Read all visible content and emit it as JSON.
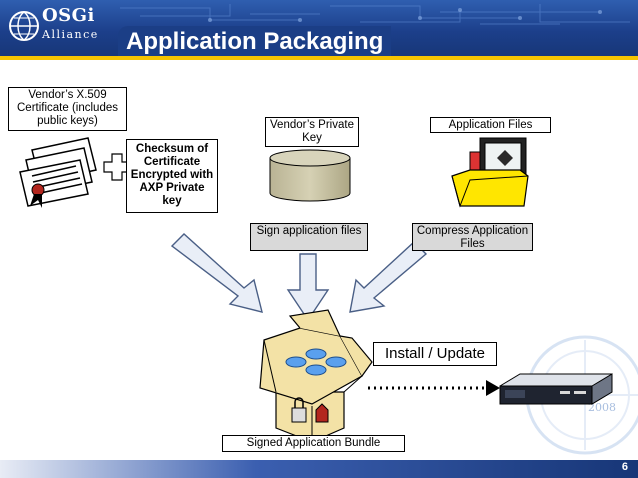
{
  "header": {
    "logo_text": "OSGi",
    "logo_subtext": "Alliance",
    "title": "Application Packaging"
  },
  "labels": {
    "vendor_certificate": "Vendor’s X.509 Certificate (includes public keys)",
    "checksum": "Checksum of Certificate Encrypted with AXP Private key",
    "vendor_private_key": "Vendor’s Private Key",
    "application_files": "Application Files",
    "sign_application_files": "Sign application files",
    "compress_application_files": "Compress Application Files",
    "install_update": "Install / Update",
    "signed_application_bundle": "Signed Application Bundle"
  },
  "watermark_year": "2008",
  "footer": {
    "page_number": "6"
  },
  "colors": {
    "header_blue": "#1b3e86",
    "accent_yellow": "#f6c400",
    "cylinder": "#c9c4a6",
    "box_tan": "#f3e2a6",
    "folder_yellow": "#ffe600",
    "arrow_fill": "#e9eef7"
  }
}
